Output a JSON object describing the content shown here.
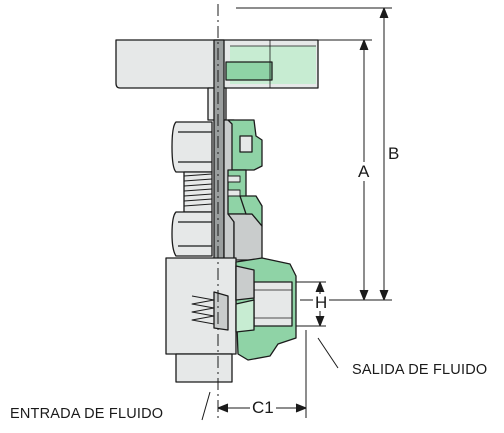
{
  "diagram": {
    "labels": {
      "a": "A",
      "b": "B",
      "h": "H",
      "c1": "C1",
      "outlet": "SALIDA DE FLUIDO",
      "inlet": "ENTRADA DE FLUIDO"
    },
    "colors": {
      "section_green": "#8fd3a6",
      "light_green": "#c7ecd2",
      "body_gray": "#e4e6e6",
      "dark_gray": "#9a9e9e",
      "outline": "#1b1b1b"
    }
  }
}
